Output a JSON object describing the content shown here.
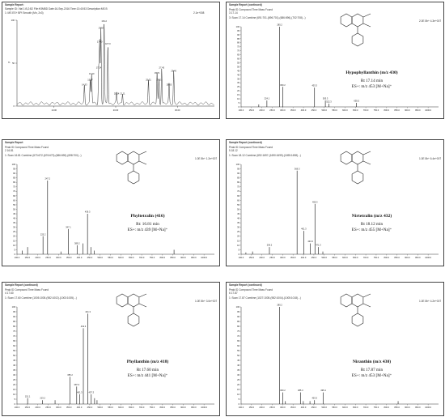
{
  "top_chromatogram": {
    "report_title": "Sample Report:",
    "header_line": "Sample ID: Vial 1:B,2:B2  File:H3MBD  Date:16-Sep-2016  Time:13:40:53  Description:MS B",
    "trace_line": "1: MS ES+  BPI  Smooth (Mn, 2x3)",
    "intensity": "2.1e+008",
    "y_label": "%"
  },
  "spectra": [
    {
      "report_title": "Sample Report (continued)",
      "peak_header": "Peak ID  Compound  Time  Mass Found",
      "peak_row": "3   17.14",
      "scan_line": "3: Scan  17.14 Combine (691:701-(696:701)-(686:696)-(702:708)...)",
      "intensity": "2.0E 8h+  4.3e+007",
      "name": "Hypophyllanthin",
      "mz": "(m/z 430)",
      "rt": "Rt 17.14 min",
      "es": "ES+: m/z 453 [M+Na]⁺"
    },
    {
      "report_title": "Sample Report",
      "peak_header": "Peak ID  Compound  Time  Mass Found",
      "peak_row": "2   16.81",
      "scan_line": "1: Scan  16.81 Combine (673:672-(676:673)-(686:690)-(698:700)...)",
      "intensity": "1.0E 8h+  1.2e+007",
      "name": "Phyltetralin",
      "mz": "(416)",
      "rt": "Rt: 16.81 min",
      "es": "ES+: m/z 439 [M+Na]⁺"
    },
    {
      "report_title": "Sample Report (continued)",
      "peak_header": "Peak ID  Compound  Time  Mass Found",
      "peak_row": "5   18.12",
      "scan_line": "1: Scan  18.12 Combine (692:1697-(1690:1699)-(1695:1698)...)",
      "intensity": "1.0E 8h+  6.4e+007",
      "name": "Nirtetralin",
      "mz": "(m/z 432)",
      "rt": "Rt 18.12 min",
      "es": "ES+: m/z 455 [M+Na]⁺"
    },
    {
      "report_title": "Sample Report (continued)",
      "peak_header": "Peak ID  Compound  Time  Mass Found",
      "peak_row": "4   17.60",
      "scan_line": "1: Scan  17.60 Combine (1005:1005-(982:1002)-(1003:1005)...)",
      "intensity": "1.0E 8h+  3.0e+007",
      "name": "Phyllanthin",
      "mz": "(m/z 418)",
      "rt": "Rt 17.60 min",
      "es": "ES+: m/z 441 [M+Na]⁺"
    },
    {
      "report_title": "Sample Report (continued)",
      "peak_header": "Peak ID  Compound  Time  Mass Found",
      "peak_row": "6   17.87",
      "scan_line": "1: Scan  17.87 Combine (1027:1005-(982:1004)-(1005:1018)...)",
      "intensity": "1.0E 8h+  4.2e+007",
      "name": "Niranthin",
      "mz": "(m/z 430)",
      "rt": "Rt 17.87 min",
      "es": "ES+: m/z 453 [M+Na]⁺"
    }
  ],
  "chart_data": [
    {
      "type": "line",
      "description": "Chromatogram",
      "x_ticks": [
        "10.00",
        "20.00",
        "30.00"
      ],
      "xlim": [
        4,
        36
      ],
      "ylim": [
        0,
        100
      ],
      "y_ticks": [
        "0",
        "50",
        "100"
      ],
      "peaks": [
        {
          "x": 14.93,
          "y": 22,
          "label": "14.93"
        },
        {
          "x": 15.87,
          "y": 28,
          "label": "15.87"
        },
        {
          "x": 16.1,
          "y": 35,
          "label": "16.10"
        },
        {
          "x": 17.24,
          "y": 42,
          "label": "17.24"
        },
        {
          "x": 17.4,
          "y": 72,
          "label": "17.40"
        },
        {
          "x": 17.6,
          "y": 88,
          "label": "17.60"
        },
        {
          "x": 18.12,
          "y": 96,
          "label": "18.12"
        },
        {
          "x": 18.73,
          "y": 70,
          "label": "18.73"
        },
        {
          "x": 20.14,
          "y": 12,
          "label": "20.14"
        },
        {
          "x": 21.11,
          "y": 12,
          "label": "21.11"
        },
        {
          "x": 25.31,
          "y": 28,
          "label": "25.31"
        },
        {
          "x": 26.71,
          "y": 36,
          "label": "26.71"
        },
        {
          "x": 27.01,
          "y": 28,
          "label": "27.01"
        },
        {
          "x": 27.45,
          "y": 42,
          "label": "27.45"
        },
        {
          "x": 28.65,
          "y": 22,
          "label": "28.65"
        },
        {
          "x": 29.4,
          "y": 38,
          "label": "29.40"
        }
      ]
    },
    {
      "type": "bar",
      "description": "MS spectrum — Hypophyllanthin",
      "xlim": [
        100,
        1050
      ],
      "ylim": [
        0,
        100
      ],
      "x_ticks": [
        "100.0",
        "150.0",
        "200.0",
        "250.0",
        "300.0",
        "350.0",
        "400.0",
        "450.0",
        "500.0",
        "550.0",
        "600.0",
        "650.0",
        "700.0",
        "750.0",
        "800.0",
        "850.0",
        "900.0",
        "950.0",
        "1000.0"
      ],
      "y_ticks": [
        "0",
        "5",
        "10",
        "15",
        "20",
        "25",
        "30",
        "35",
        "40",
        "45",
        "50",
        "55",
        "60",
        "65",
        "70",
        "75",
        "80",
        "85",
        "90",
        "95",
        "100"
      ],
      "peaks": [
        {
          "x": 185.1,
          "y": 3
        },
        {
          "x": 224.1,
          "y": 8,
          "label": "224.1"
        },
        {
          "x": 285.2,
          "y": 100,
          "label": "285.2"
        },
        {
          "x": 300.2,
          "y": 25,
          "label": "300.2"
        },
        {
          "x": 453.3,
          "y": 24,
          "label": "453.3"
        },
        {
          "x": 505.3,
          "y": 8,
          "label": "505.3"
        },
        {
          "x": 522.3,
          "y": 4,
          "label": "522.3"
        },
        {
          "x": 655.5,
          "y": 5,
          "label": "655.5"
        }
      ]
    },
    {
      "type": "bar",
      "description": "MS spectrum — Phyltetralin",
      "xlim": [
        100,
        1050
      ],
      "ylim": [
        0,
        100
      ],
      "x_ticks": [
        "100.0",
        "150.0",
        "200.0",
        "250.0",
        "300.0",
        "350.0",
        "400.0",
        "450.0",
        "500.0",
        "550.0",
        "600.0",
        "650.0",
        "700.0",
        "750.0",
        "800.0",
        "850.0",
        "900.0",
        "950.0",
        "1000.0"
      ],
      "y_ticks": [
        "0",
        "5",
        "10",
        "15",
        "20",
        "25",
        "30",
        "35",
        "40",
        "45",
        "50",
        "55",
        "60",
        "65",
        "70",
        "75",
        "80",
        "85",
        "90",
        "95",
        "100"
      ],
      "peaks": [
        {
          "x": 125.0,
          "y": 4
        },
        {
          "x": 151.0,
          "y": 8
        },
        {
          "x": 225.2,
          "y": 20,
          "label": "225.2"
        },
        {
          "x": 247.2,
          "y": 82,
          "label": "247.2"
        },
        {
          "x": 311.2,
          "y": 3
        },
        {
          "x": 347.1,
          "y": 28,
          "label": "347.1"
        },
        {
          "x": 389.2,
          "y": 10,
          "label": "389.2"
        },
        {
          "x": 417.3,
          "y": 12
        },
        {
          "x": 439.3,
          "y": 45,
          "label": "439.3"
        },
        {
          "x": 455.3,
          "y": 8
        },
        {
          "x": 471.4,
          "y": 4
        },
        {
          "x": 855.7,
          "y": 5
        }
      ]
    },
    {
      "type": "bar",
      "description": "MS spectrum — Nirtetralin",
      "xlim": [
        100,
        1050
      ],
      "ylim": [
        0,
        100
      ],
      "x_ticks": [
        "100.0",
        "150.0",
        "200.0",
        "250.0",
        "300.0",
        "350.0",
        "400.0",
        "450.0",
        "500.0",
        "550.0",
        "600.0",
        "650.0",
        "700.0",
        "750.0",
        "800.0",
        "850.0",
        "900.0",
        "950.0",
        "1000.0"
      ],
      "y_ticks": [
        "0",
        "5",
        "10",
        "15",
        "20",
        "25",
        "30",
        "35",
        "40",
        "45",
        "50",
        "55",
        "60",
        "65",
        "70",
        "75",
        "80",
        "85",
        "90",
        "95",
        "100"
      ],
      "peaks": [
        {
          "x": 123.0,
          "y": 2
        },
        {
          "x": 155.0,
          "y": 3
        },
        {
          "x": 236.2,
          "y": 8,
          "label": "236.2"
        },
        {
          "x": 369.3,
          "y": 93,
          "label": "369.3"
        },
        {
          "x": 401.3,
          "y": 26,
          "label": "401.3"
        },
        {
          "x": 433.3,
          "y": 12,
          "label": "433.3"
        },
        {
          "x": 455.3,
          "y": 56,
          "label": "455.3"
        },
        {
          "x": 471.3,
          "y": 8,
          "label": "471.3"
        },
        {
          "x": 493.3,
          "y": 3
        }
      ]
    },
    {
      "type": "bar",
      "description": "MS spectrum — Phyllanthin",
      "xlim": [
        100,
        1050
      ],
      "ylim": [
        0,
        100
      ],
      "x_ticks": [
        "100.0",
        "150.0",
        "200.0",
        "250.0",
        "300.0",
        "350.0",
        "400.0",
        "450.0",
        "500.0",
        "550.0",
        "600.0",
        "650.0",
        "700.0",
        "750.0",
        "800.0",
        "850.0",
        "900.0",
        "950.0",
        "1000.0"
      ],
      "y_ticks": [
        "0",
        "5",
        "10",
        "15",
        "20",
        "25",
        "30",
        "35",
        "40",
        "45",
        "50",
        "55",
        "60",
        "65",
        "70",
        "75",
        "80",
        "85",
        "90",
        "95",
        "100"
      ],
      "peaks": [
        {
          "x": 151.1,
          "y": 6,
          "label": "151.1"
        },
        {
          "x": 223.2,
          "y": 4,
          "label": "223.2"
        },
        {
          "x": 283.2,
          "y": 4
        },
        {
          "x": 355.2,
          "y": 28,
          "label": "355.2"
        },
        {
          "x": 387.3,
          "y": 18,
          "label": "387.3"
        },
        {
          "x": 401.3,
          "y": 10,
          "label": "401.3"
        },
        {
          "x": 419.3,
          "y": 78,
          "label": "419.3"
        },
        {
          "x": 441.3,
          "y": 93,
          "label": "441.3"
        },
        {
          "x": 457.3,
          "y": 10,
          "label": "457.3"
        },
        {
          "x": 473.3,
          "y": 6
        },
        {
          "x": 485.2,
          "y": 4
        }
      ]
    },
    {
      "type": "bar",
      "description": "MS spectrum — Niranthin",
      "xlim": [
        100,
        1050
      ],
      "ylim": [
        0,
        100
      ],
      "x_ticks": [
        "100.0",
        "150.0",
        "200.0",
        "250.0",
        "300.0",
        "350.0",
        "400.0",
        "450.0",
        "500.0",
        "550.0",
        "600.0",
        "650.0",
        "700.0",
        "750.0",
        "800.0",
        "850.0",
        "900.0",
        "950.0",
        "1000.0"
      ],
      "y_ticks": [
        "0",
        "5",
        "10",
        "15",
        "20",
        "25",
        "30",
        "35",
        "40",
        "45",
        "50",
        "55",
        "60",
        "65",
        "70",
        "75",
        "80",
        "85",
        "90",
        "95",
        "100"
      ],
      "peaks": [
        {
          "x": 285.2,
          "y": 100,
          "label": "285.2"
        },
        {
          "x": 300.2,
          "y": 12,
          "label": "300.2"
        },
        {
          "x": 313.2,
          "y": 3
        },
        {
          "x": 385.3,
          "y": 12,
          "label": "385.3"
        },
        {
          "x": 399.3,
          "y": 3
        },
        {
          "x": 431.3,
          "y": 3
        },
        {
          "x": 453.3,
          "y": 4,
          "label": "453.3"
        },
        {
          "x": 495.4,
          "y": 12,
          "label": "495.4"
        },
        {
          "x": 855.5,
          "y": 3
        }
      ]
    }
  ]
}
